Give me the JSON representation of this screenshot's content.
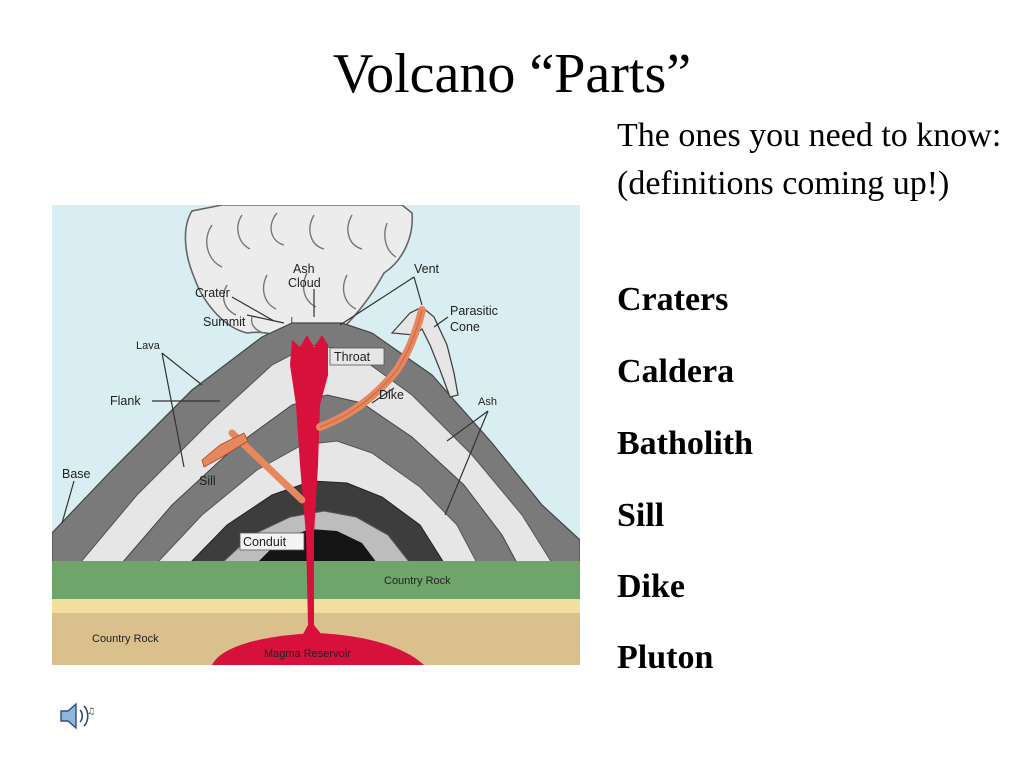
{
  "title": "Volcano “Parts”",
  "intro": "The ones you need to know: (definitions coming up!)",
  "terms": [
    "Craters",
    "Caldera",
    "Batholith",
    "Sill",
    "Dike",
    "Pluton"
  ],
  "diagram": {
    "labels": {
      "ash_cloud_1": "Ash",
      "ash_cloud_2": "Cloud",
      "vent": "Vent",
      "crater": "Crater",
      "summit": "Summit",
      "parasitic_1": "Parasitic",
      "parasitic_2": "Cone",
      "lava": "Lava",
      "throat": "Throat",
      "flank": "Flank",
      "dike": "Dike",
      "ash": "Ash",
      "base": "Base",
      "sill": "Sill",
      "conduit": "Conduit",
      "country_rock_right": "Country Rock",
      "country_rock_left": "Country Rock",
      "magma_reservoir": "Magma Reservoir"
    },
    "colors": {
      "sky": "#d8eef2",
      "dark_layer": "#7a7a7a",
      "light_layer": "#e6e6e6",
      "core": "#151515",
      "green_ground": "#6fa56b",
      "yellow_band": "#f2dfa0",
      "tan_ground": "#d9c08c",
      "magma": "#d8103c",
      "dike_sill": "#e8875e",
      "ash_cloud": "#ececec"
    }
  },
  "speaker_icon": "speaker-icon"
}
